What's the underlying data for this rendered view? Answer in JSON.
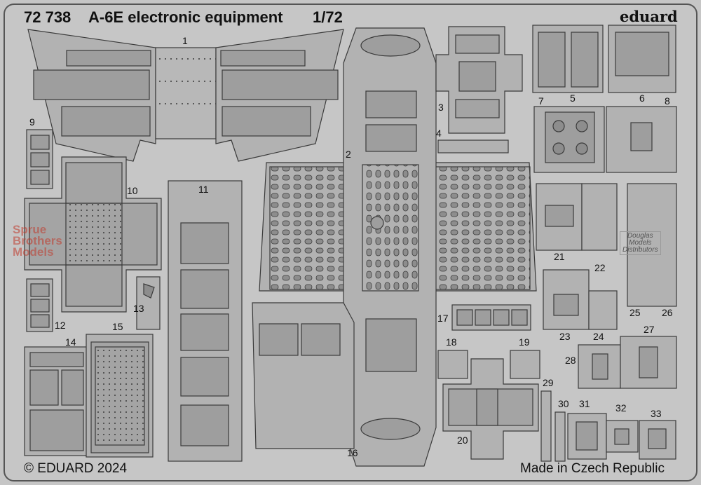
{
  "header": {
    "product_number": "72 738",
    "title": "A-6E electronic equipment",
    "scale": "1/72",
    "brand": "eduard"
  },
  "footer": {
    "copyright": "© EDUARD 2024",
    "origin": "Made in Czech Republic"
  },
  "watermarks": {
    "sbs_line1": "Sprue",
    "sbs_line2": "Brothers",
    "sbs_line3": "Models",
    "dmd_line1": "Douglas",
    "dmd_line2": "Models",
    "dmd_line3": "Distributors"
  },
  "part_numbers": [
    "1",
    "2",
    "3",
    "4",
    "5",
    "6",
    "7",
    "8",
    "9",
    "10",
    "11",
    "12",
    "13",
    "14",
    "15",
    "16",
    "17",
    "18",
    "19",
    "20",
    "21",
    "22",
    "23",
    "24",
    "25",
    "26",
    "27",
    "28",
    "29",
    "30",
    "31",
    "32",
    "33"
  ],
  "colors": {
    "sheet": "#c6c6c6",
    "fret": "#b2b2b2",
    "part": "#9e9e9e",
    "line": "#3a3a3a"
  }
}
